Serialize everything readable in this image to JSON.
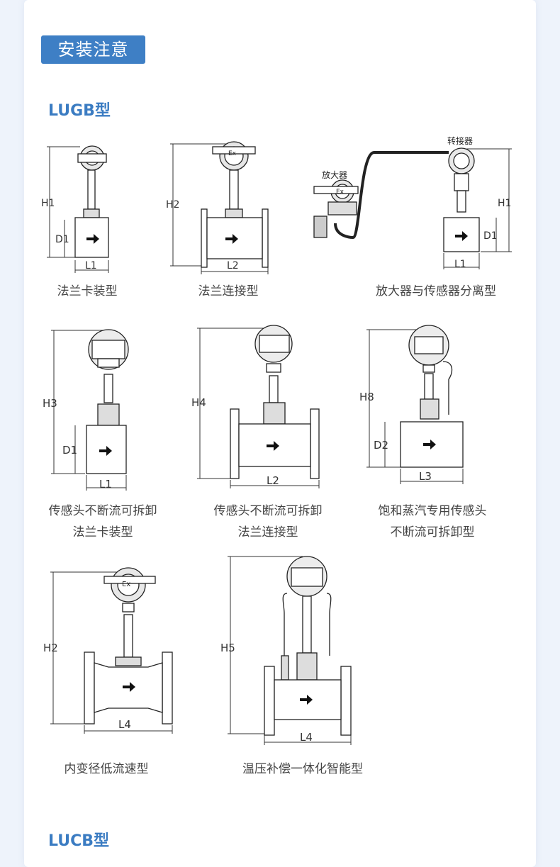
{
  "header": {
    "badge": "安装注意"
  },
  "sections": [
    {
      "title": "LUGB型"
    },
    {
      "title": "LUCB型"
    }
  ],
  "figures": [
    {
      "caption": [
        "法兰卡装型"
      ],
      "dims": [
        "H1",
        "D1",
        "L1"
      ]
    },
    {
      "caption": [
        "法兰连接型"
      ],
      "dims": [
        "H2",
        "L2"
      ],
      "ex": "Ex"
    },
    {
      "caption": [
        "放大器与传感器分离型"
      ],
      "dims": [
        "H1",
        "D1",
        "L1"
      ],
      "ex": "Ex",
      "labels": [
        "放大器",
        "转接器"
      ]
    },
    {
      "caption": [
        "传感头不断流可拆卸",
        "法兰卡装型"
      ],
      "dims": [
        "H3",
        "D1",
        "L1"
      ]
    },
    {
      "caption": [
        "传感头不断流可拆卸",
        "法兰连接型"
      ],
      "dims": [
        "H4",
        "L2"
      ]
    },
    {
      "caption": [
        "饱和蒸汽专用传感头",
        "不断流可拆卸型"
      ],
      "dims": [
        "H8",
        "D2",
        "L3"
      ]
    },
    {
      "caption": [
        "内变径低流速型"
      ],
      "dims": [
        "H2",
        "L4"
      ],
      "ex": "Ex"
    },
    {
      "caption": [
        "温压补偿一体化智能型"
      ],
      "dims": [
        "H5",
        "L4"
      ]
    }
  ]
}
